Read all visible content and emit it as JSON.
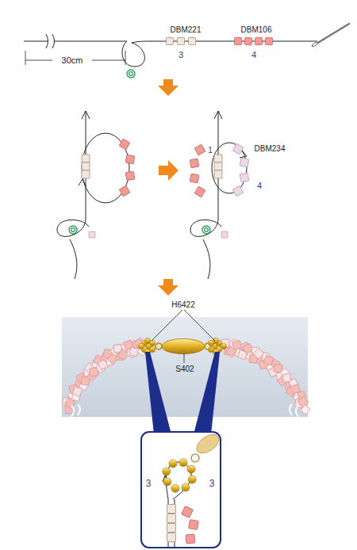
{
  "diagram": {
    "labels": [
      "DBM221",
      "DBM106",
      "3",
      "4",
      "30cm",
      "1",
      "DBM234",
      "4",
      "H6422",
      "S402",
      "3",
      "3"
    ]
  }
}
